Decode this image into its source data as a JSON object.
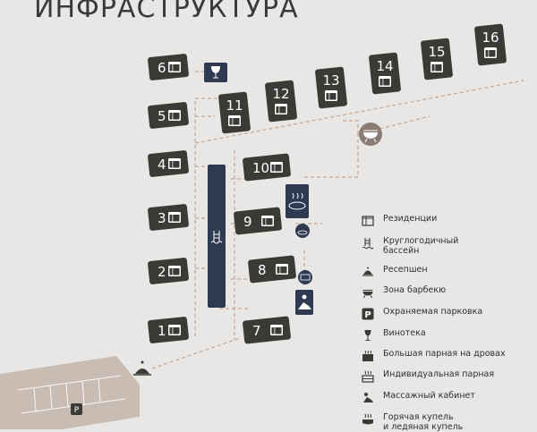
{
  "title": "ИНФРАСТРУКТУРА",
  "colors": {
    "background": "#e8e7e5",
    "residence": "#3b3a37",
    "pool": "#2e3a52",
    "paths": "#c4a793",
    "ground": "#c9bcb3",
    "bbq_circle": "#8a7b74"
  },
  "residences": [
    {
      "number": "1"
    },
    {
      "number": "2"
    },
    {
      "number": "3"
    },
    {
      "number": "4"
    },
    {
      "number": "5"
    },
    {
      "number": "6"
    },
    {
      "number": "7"
    },
    {
      "number": "8"
    },
    {
      "number": "9"
    },
    {
      "number": "10"
    },
    {
      "number": "11"
    },
    {
      "number": "12"
    },
    {
      "number": "13"
    },
    {
      "number": "14"
    },
    {
      "number": "15"
    },
    {
      "number": "16"
    }
  ],
  "map_icons": {
    "parking": "P",
    "wine": "wine-glass-icon",
    "bbq": "grill-icon",
    "pool": "pool-ladder-icon",
    "reception": "reception-bell-icon",
    "sauna": "sauna-icon",
    "massage": "massage-icon",
    "hot_tub": "hot-tub-icon"
  },
  "legend": [
    {
      "icon": "residence-icon",
      "label": "Резиденции"
    },
    {
      "icon": "pool-ladder-icon",
      "label": "Круглогодичный\nбассейн"
    },
    {
      "icon": "reception-bell-icon",
      "label": "Ресепшен"
    },
    {
      "icon": "grill-icon",
      "label": "Зона барбекю"
    },
    {
      "icon": "parking-icon",
      "label": "Охраняемая парковка"
    },
    {
      "icon": "wine-glass-icon",
      "label": "Винотека"
    },
    {
      "icon": "wood-sauna-icon",
      "label": "Большая парная на дровах"
    },
    {
      "icon": "sauna-icon",
      "label": "Индивидуальная парная"
    },
    {
      "icon": "massage-icon",
      "label": "Массажный кабинет"
    },
    {
      "icon": "hot-tub-icon",
      "label": "Горячая купель\nи ледяная купель"
    }
  ]
}
